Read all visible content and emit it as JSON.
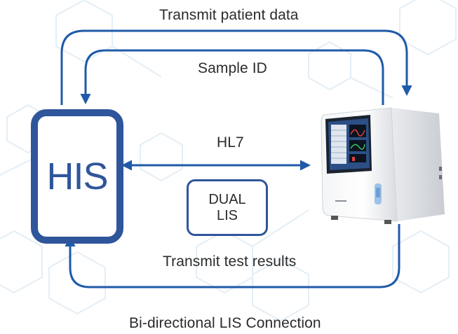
{
  "diagram": {
    "top_arrow_label": "Transmit patient data",
    "inner_top_arrow_label": "Sample ID",
    "middle_arrow_label": "HL7",
    "bottom_arrow_label": "Transmit test results",
    "caption": "Bi-directional LIS Connection",
    "his_label": "HIS",
    "dual_lis": {
      "line1": "DUAL",
      "line2": "LIS"
    }
  },
  "colors": {
    "primary_blue": "#2f559b",
    "arrow_blue": "#1f5aa8",
    "text": "#2b2b2b",
    "hex_pattern": "#e3eef6"
  },
  "device": {
    "name": "hematology-analyzer"
  }
}
